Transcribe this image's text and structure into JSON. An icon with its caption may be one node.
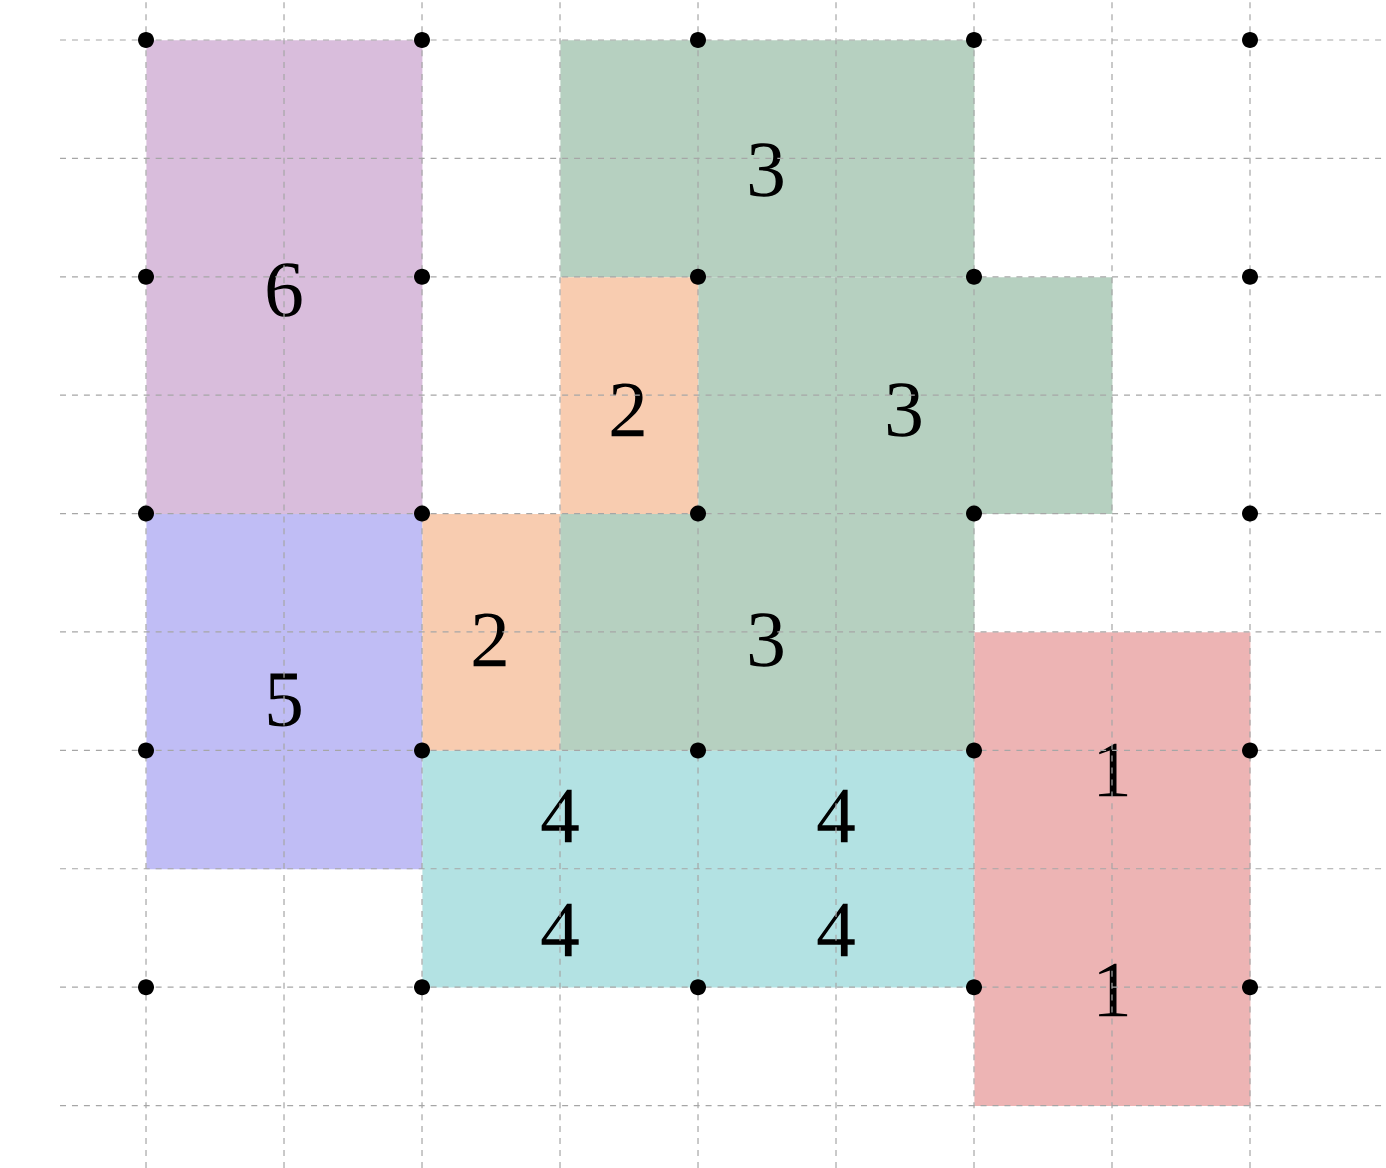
{
  "diagram": {
    "nodes": [
      {
        "text": [
          "6"
        ]
      },
      {
        "text": [
          "3"
        ]
      },
      {
        "text": [
          "2"
        ]
      },
      {
        "text": [
          "3"
        ]
      },
      {
        "text": [
          "5"
        ]
      },
      {
        "text": [
          "2"
        ]
      },
      {
        "text": [
          "3"
        ]
      },
      {
        "text": [
          "4",
          "4",
          "4",
          "4"
        ]
      },
      {
        "text": [
          "1",
          "1"
        ]
      }
    ]
  }
}
